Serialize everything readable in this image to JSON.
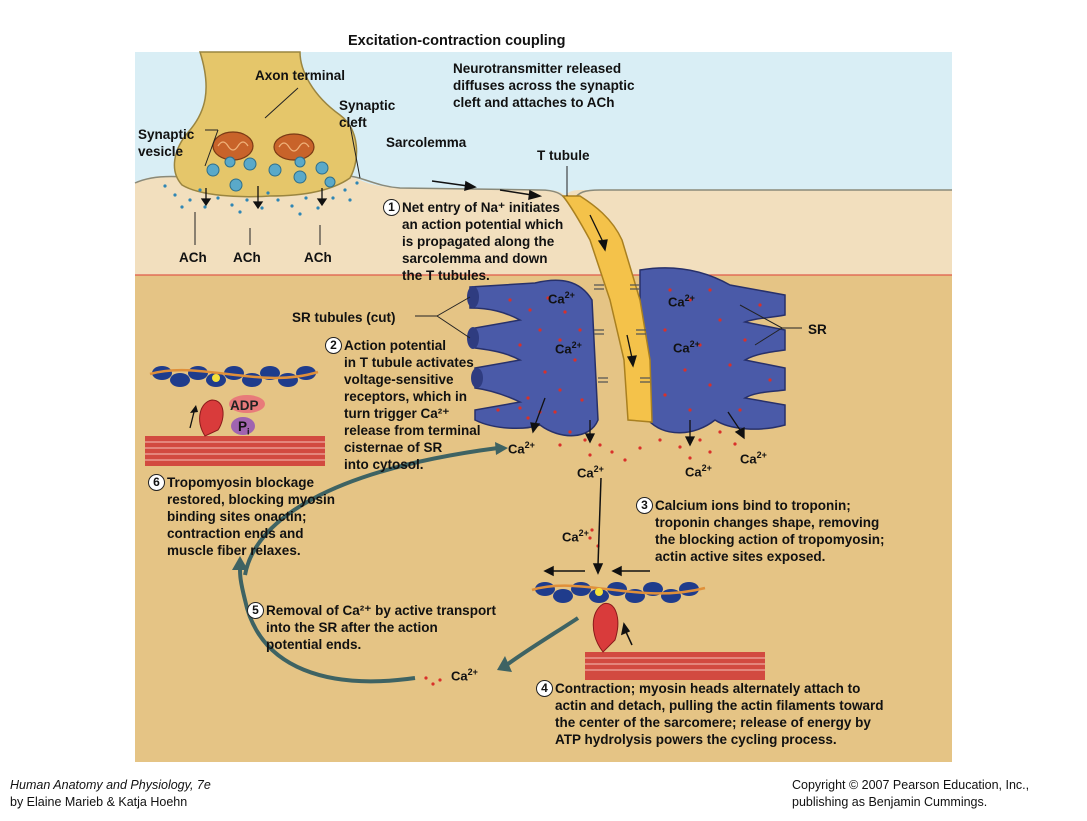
{
  "title": "Excitation-contraction coupling",
  "labels": {
    "axon_terminal": "Axon terminal",
    "neurotransmitter": [
      "Neurotransmitter released",
      "diffuses across the synaptic",
      "cleft and attaches to ACh"
    ],
    "synaptic_cleft": [
      "Synaptic",
      "cleft"
    ],
    "synaptic_vesicle": [
      "Synaptic",
      "vesicle"
    ],
    "sarcolemma": "Sarcolemma",
    "t_tubule": "T tubule",
    "ach": "ACh",
    "sr_tubules": "SR tubules (cut)",
    "sr": "SR",
    "adp": "ADP",
    "pi": "P",
    "pi_sub": "i",
    "ca": "Ca",
    "ca_sup": "2+"
  },
  "steps": [
    {
      "number": "1",
      "lines": [
        "Net entry of Na⁺ initiates",
        "an action potential which",
        "is propagated along the",
        "sarcolemma and down",
        "the T tubules."
      ]
    },
    {
      "number": "2",
      "lines": [
        "Action potential",
        "in T tubule activates",
        "voltage-sensitive",
        "receptors, which in",
        "turn trigger Ca²⁺",
        "release from terminal",
        "cisternae of SR",
        "into cytosol."
      ]
    },
    {
      "number": "3",
      "lines": [
        "Calcium ions bind to troponin;",
        "troponin changes shape, removing",
        "the blocking action of tropomyosin;",
        "actin active sites exposed."
      ]
    },
    {
      "number": "4",
      "lines": [
        "Contraction; myosin heads alternately attach to",
        "actin and detach, pulling the actin filaments toward",
        "the center of the sarcomere; release of energy by",
        "ATP hydrolysis powers the cycling process."
      ]
    },
    {
      "number": "5",
      "lines": [
        "Removal of Ca²⁺ by active transport",
        "into the SR after the action",
        "potential ends."
      ]
    },
    {
      "number": "6",
      "lines": [
        "Tropomyosin blockage",
        "restored, blocking myosin",
        "binding sites onactin;",
        "contraction ends and",
        "muscle fiber relaxes."
      ]
    }
  ],
  "footer": {
    "book_title": "Human Anatomy and Physiology, 7e",
    "authors": "by Elaine Marieb & Katja Hoehn",
    "copyright": "Copyright © 2007 Pearson Education, Inc.,",
    "publisher": "publishing as Benjamin Cummings."
  },
  "colors": {
    "extracellular": "#d8eef5",
    "sarcolemma_band": "#f2dfbd",
    "cytosol": "#e6c58a",
    "axon": "#e3c66a",
    "sr": "#4a5aa8",
    "t_tubule": "#f4c24a",
    "calcium_dots": "#d9302a",
    "muscle_red": "#d24a40",
    "actin_blue": "#1f3c8c",
    "arrow_teal": "#3e6363"
  }
}
